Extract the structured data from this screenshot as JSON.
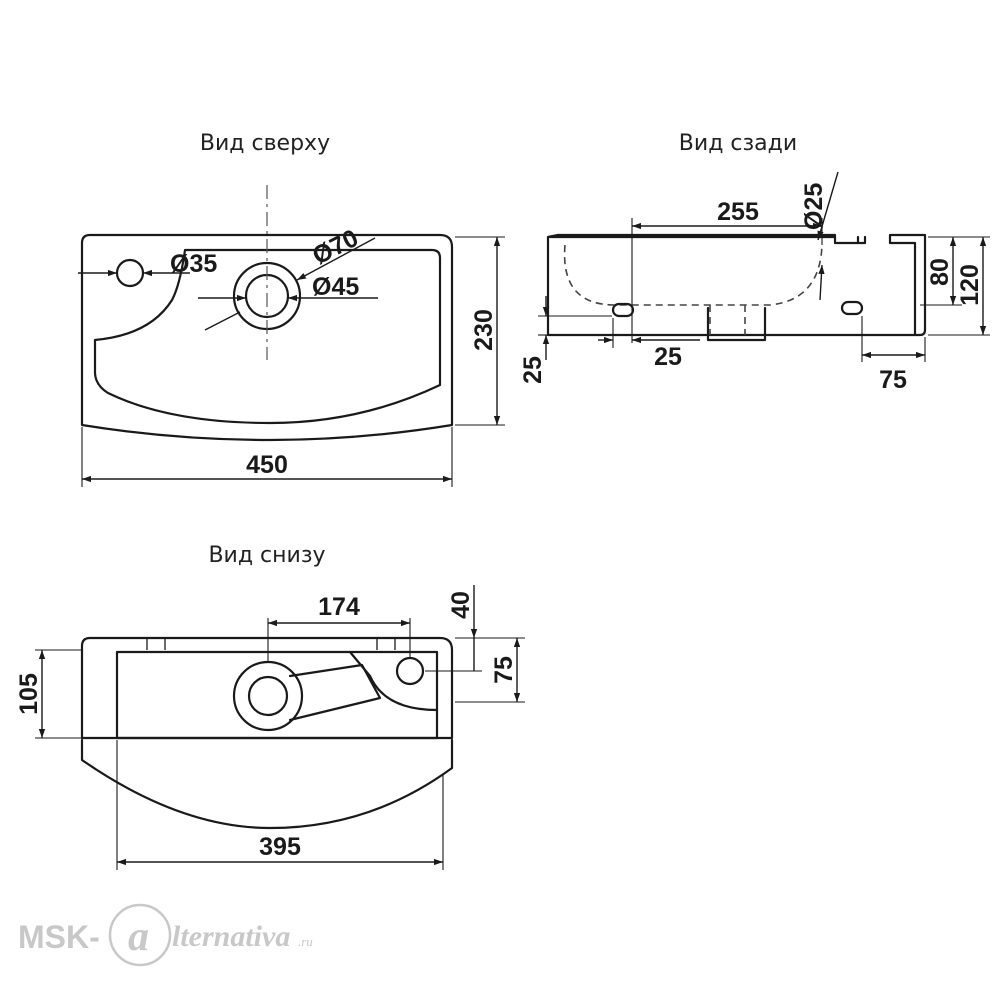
{
  "views": {
    "top": {
      "title": "Вид сверху"
    },
    "back": {
      "title": "Вид сзади"
    },
    "bottom": {
      "title": "Вид снизу"
    }
  },
  "dimensions": {
    "top": {
      "hole_small": "Ø35",
      "hole_outer": "Ø70",
      "hole_inner": "Ø45",
      "height": "230",
      "width": "450"
    },
    "back": {
      "width": "255",
      "hole": "Ø25",
      "rim": "80",
      "depth": "120",
      "offset_left": "25",
      "offset_bottom": "25",
      "offset_right": "75"
    },
    "bottom": {
      "spacing": "174",
      "top_offset": "40",
      "side_offset": "75",
      "height": "105",
      "width": "395"
    }
  },
  "watermark": {
    "prefix": "MSK-",
    "script": "lternativa",
    "suffix": ".ru"
  },
  "colors": {
    "ink": "#1a1a1a",
    "watermark": "#c8c8c8"
  }
}
